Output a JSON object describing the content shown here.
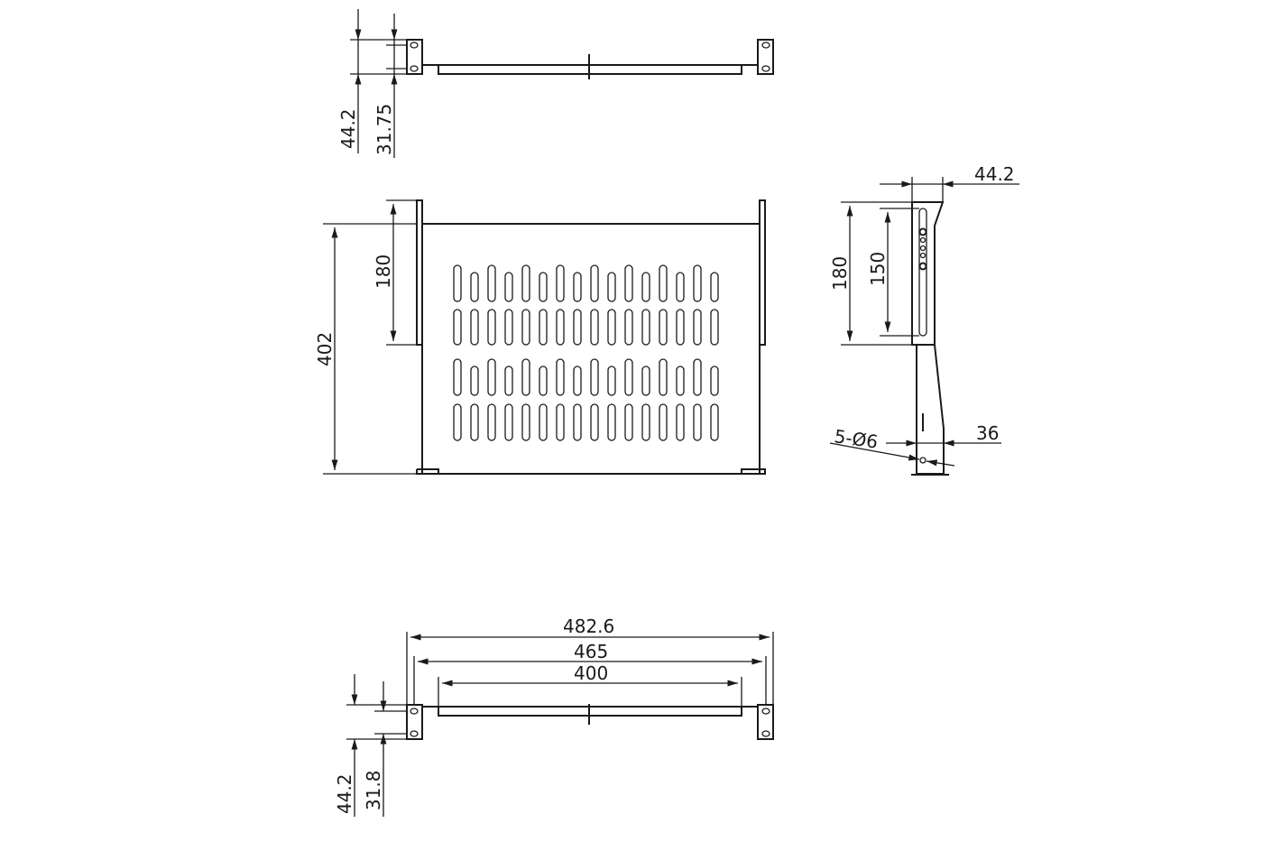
{
  "top_view": {
    "height_total": "44.2",
    "hole_spacing": "31.75"
  },
  "front_view": {
    "depth_total": "402",
    "bracket_height": "180"
  },
  "side_view": {
    "bracket_width": "44.2",
    "bracket_height": "180",
    "slot_length": "150",
    "holes": "5-Ø6",
    "lower_width": "36"
  },
  "bottom_view": {
    "overall_width": "482.6",
    "inner_width": "465",
    "shelf_width": "400",
    "height_total": "44.2",
    "hole_spacing": "31.8"
  },
  "colors": {
    "line": "#1a1a1a",
    "background": "#ffffff"
  }
}
